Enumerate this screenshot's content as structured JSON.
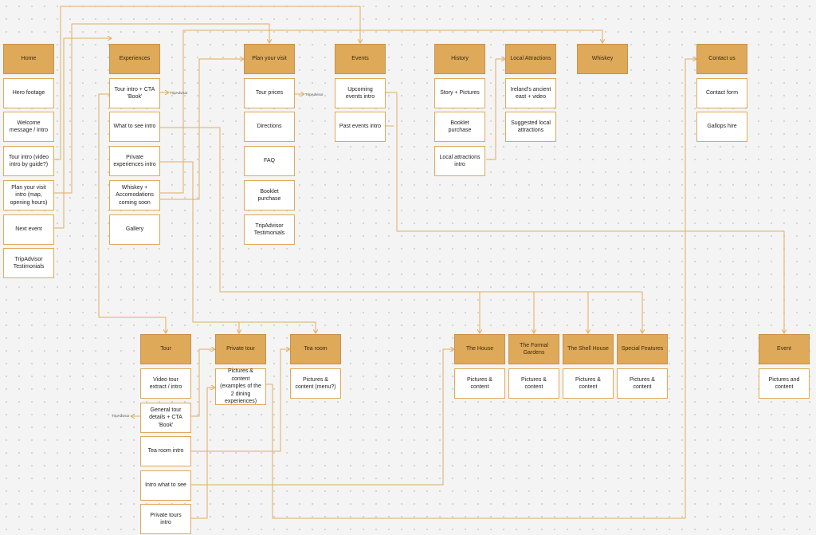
{
  "colors": {
    "header_fill": "#dfa95a",
    "item_border": "#dfa95a",
    "connector": "#e0ad62"
  },
  "tags": {
    "tripadvisor": "TripAdvisor"
  },
  "nodes": {
    "home": "Home",
    "hero_footage": "Hero footage",
    "welcome": "Welcome message / Intro",
    "tour_intro_video": "Tour intro (video intro by guide?)",
    "plan_visit_intro": "Plan your visit intro (map, opening hours)",
    "next_event": "Next event",
    "tripadvisor_home": "TripAdvisor Testimonials",
    "experiences": "Experiences",
    "tour_intro_cta": "Tour intro + CTA 'Book'",
    "what_to_see_intro": "What to see intro",
    "private_exp_intro": "Private experiences intro",
    "whiskey_accom": "Whiskey + Accomodations coming soon",
    "gallery": "Gallery",
    "plan_your_visit": "Plan your visit",
    "tour_prices": "Tour prices",
    "directions": "Directions",
    "faq": "FAQ",
    "booklet_purchase_plan": "Booklet purchase",
    "tripadvisor_plan": "TripAdvisor Testimonials",
    "events": "Events",
    "upcoming_events_intro": "Upcoming events intro",
    "past_events_intro": "Past events intro",
    "history": "History",
    "story_pictures": "Story + Pictures",
    "booklet_purchase_history": "Booklet purchase",
    "local_attractions_intro": "Local attractions intro",
    "local_attractions": "Local Attractions",
    "irelands_east": "Ireland's ancient east + video",
    "suggested_attractions": "Suggested local attractions",
    "whiskey": "Whiskey",
    "contact_us": "Contact us",
    "contact_form": "Contact form",
    "gallops_hire": "Gallops hire",
    "tour": "Tour",
    "video_tour_extract": "Video tour extract / intro",
    "general_tour_details": "General tour details + CTA 'Book'",
    "tea_room_intro": "Tea room intro",
    "intro_what_to_see": "Intro what to see",
    "private_tours_intro": "Private tours intro",
    "private_tour": "Private tour",
    "private_tour_content": "Pictures & content (examples of the 2 dining experiences)",
    "tea_room": "Tea room",
    "tea_room_content": "Pictures & content (menu?)",
    "the_house": "The House",
    "house_content": "Pictures & content",
    "formal_gardens": "The Formal Gardens",
    "gardens_content": "Pictures & content",
    "shell_house": "The Shell House",
    "shell_content": "Pictures & content",
    "special_features": "Special Features",
    "special_content": "Pictures & content",
    "event": "Event",
    "event_content": "Pictures and content"
  }
}
